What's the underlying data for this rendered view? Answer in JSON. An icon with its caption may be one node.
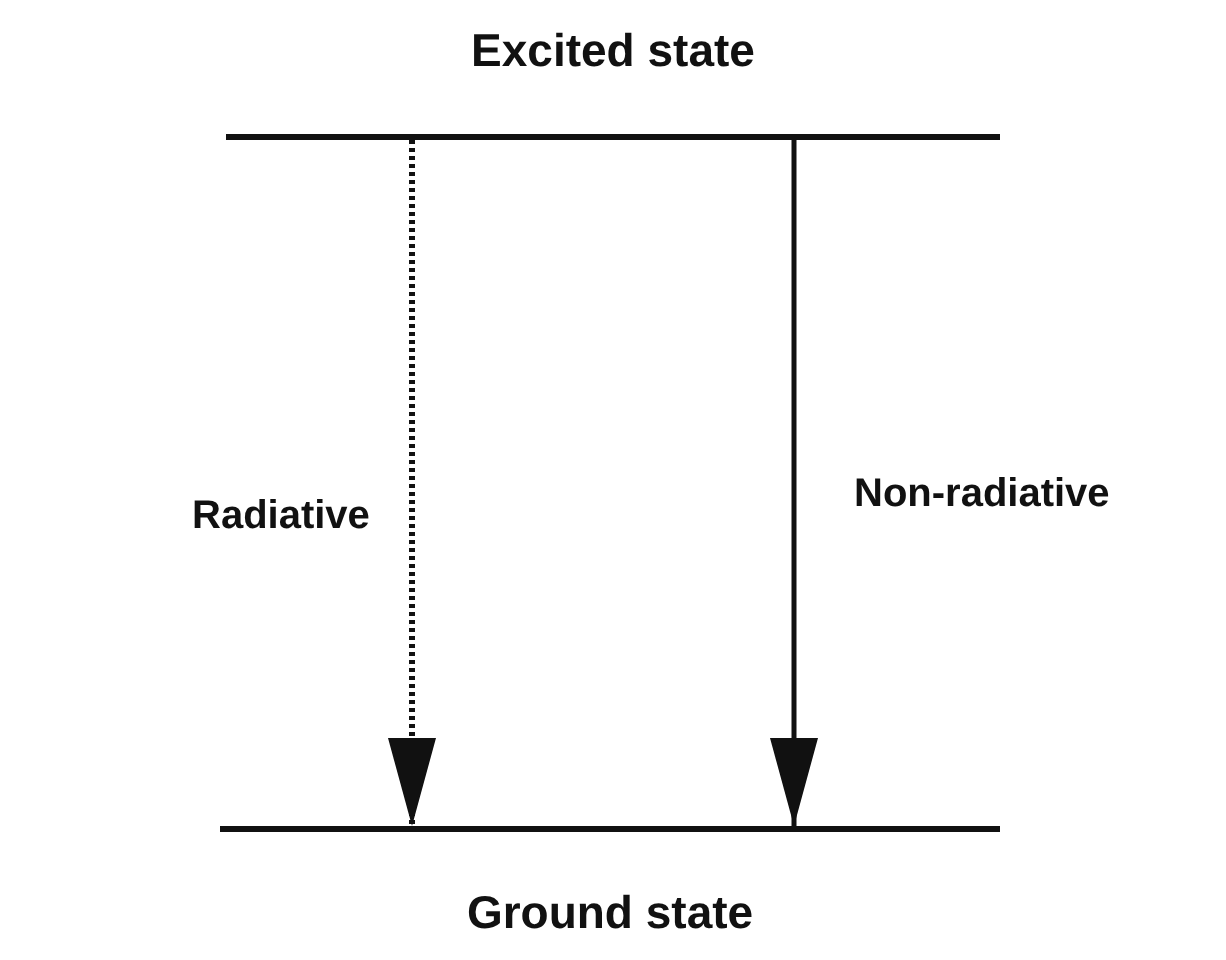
{
  "diagram": {
    "nodes": [
      {
        "text": [
          "Excited state"
        ]
      },
      {
        "text": [
          "Ground state"
        ]
      }
    ],
    "edges": [
      {
        "from": 0,
        "to": 1,
        "arrow": "to",
        "label": "Radiative",
        "style": "dashed"
      },
      {
        "from": 0,
        "to": 1,
        "arrow": "to",
        "label": "Non-radiative"
      }
    ]
  }
}
